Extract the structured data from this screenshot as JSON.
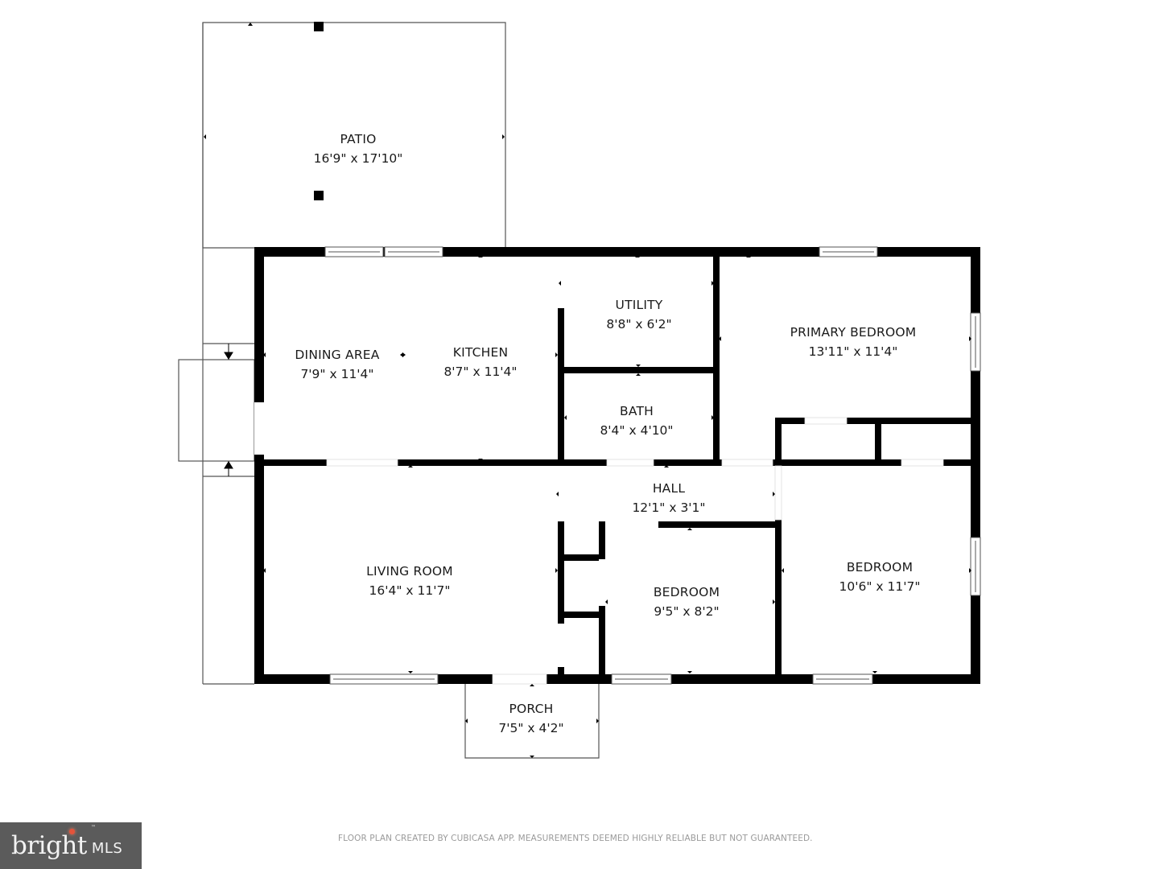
{
  "plan": {
    "rooms": {
      "patio": {
        "name": "PATIO",
        "dims": "16'9\" x 17'10\""
      },
      "dining": {
        "name": "DINING AREA",
        "dims": "7'9\" x 11'4\""
      },
      "kitchen": {
        "name": "KITCHEN",
        "dims": "8'7\" x 11'4\""
      },
      "utility": {
        "name": "UTILITY",
        "dims": "8'8\" x 6'2\""
      },
      "bath": {
        "name": "BATH",
        "dims": "8'4\" x 4'10\""
      },
      "primary_bedroom": {
        "name": "PRIMARY BEDROOM",
        "dims": "13'11\" x 11'4\""
      },
      "hall": {
        "name": "HALL",
        "dims": "12'1\" x 3'1\""
      },
      "living_room": {
        "name": "LIVING ROOM",
        "dims": "16'4\" x 11'7\""
      },
      "bedroom_small": {
        "name": "BEDROOM",
        "dims": "9'5\" x 8'2\""
      },
      "bedroom_right": {
        "name": "BEDROOM",
        "dims": "10'6\" x 11'7\""
      },
      "porch": {
        "name": "PORCH",
        "dims": "7'5\" x 4'2\""
      }
    },
    "wall_color": "#000000",
    "outline_color": "#555555"
  },
  "footer": {
    "disclaimer": "FLOOR PLAN CREATED BY CUBICASA APP. MEASUREMENTS DEEMED HIGHLY RELIABLE BUT NOT GUARANTEED."
  },
  "logo": {
    "brand": "bright",
    "suffix": "MLS",
    "trademark": "™"
  }
}
